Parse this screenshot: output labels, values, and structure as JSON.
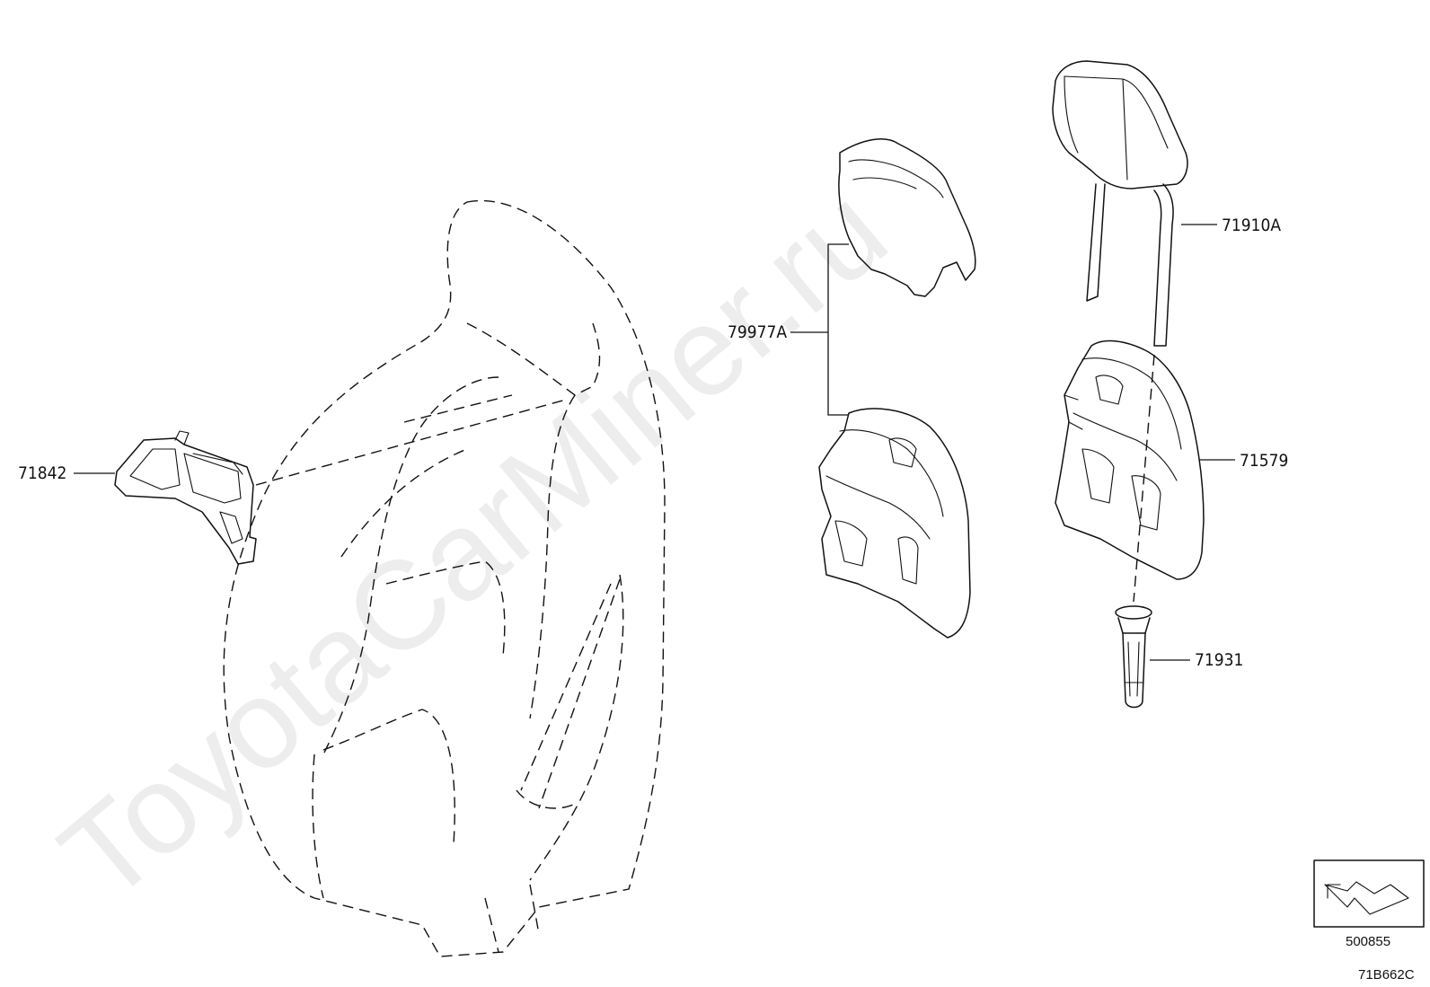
{
  "watermark": "ToyotaCarMiner.ru",
  "callouts": {
    "p71842": "71842",
    "p79977A": "79977A",
    "p71910A": "71910A",
    "p71579": "71579",
    "p71931": "71931"
  },
  "legend": {
    "ref_code": "500855"
  },
  "figure_code": "71B662C"
}
